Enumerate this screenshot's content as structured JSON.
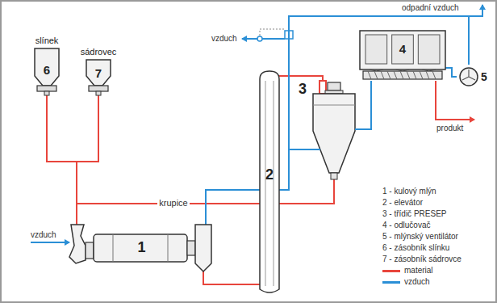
{
  "diagram": {
    "nodes": [
      {
        "text": [
          "slínek",
          "6"
        ]
      },
      {
        "text": [
          "sádrovec",
          "7"
        ]
      },
      {
        "text": [
          "1"
        ]
      },
      {
        "text": [
          "2"
        ]
      },
      {
        "text": [
          "3"
        ]
      },
      {
        "text": [
          "4"
        ]
      },
      {
        "text": [
          "5"
        ]
      }
    ],
    "edges": [
      {
        "from": 0,
        "to": 2,
        "arrow": "none"
      },
      {
        "from": 1,
        "to": 2,
        "arrow": "none"
      },
      {
        "from": 2,
        "to": 3,
        "arrow": "none"
      },
      {
        "from": 3,
        "to": 4,
        "arrow": "none"
      },
      {
        "from": 4,
        "to": 2,
        "label": "krupice",
        "arrow": "none"
      },
      {
        "from": 2,
        "to": 4,
        "arrow": "none"
      },
      {
        "from": 4,
        "to": 5,
        "arrow": "none"
      },
      {
        "from": 5,
        "to": 6,
        "arrow": "none"
      },
      {
        "from": 6,
        "to": 4,
        "arrow": "none"
      }
    ],
    "labels": [
      "vzduch",
      "odpadní vzduch",
      "produkt",
      "vzduch"
    ],
    "legend": [
      {
        "text": "1 - kulový mlýn"
      },
      {
        "text": "2 - elevátor"
      },
      {
        "text": "3 - třídič PRESEP"
      },
      {
        "text": "4 - odlučovač"
      },
      {
        "text": "5 - mlýnský ventilátor"
      },
      {
        "text": "6 - zásobník slínku"
      },
      {
        "text": "7 - zásobník sádrovce"
      },
      {
        "text": "material",
        "color": "#e8453c"
      },
      {
        "text": "vzduch",
        "color": "#2b8fd6"
      }
    ]
  }
}
